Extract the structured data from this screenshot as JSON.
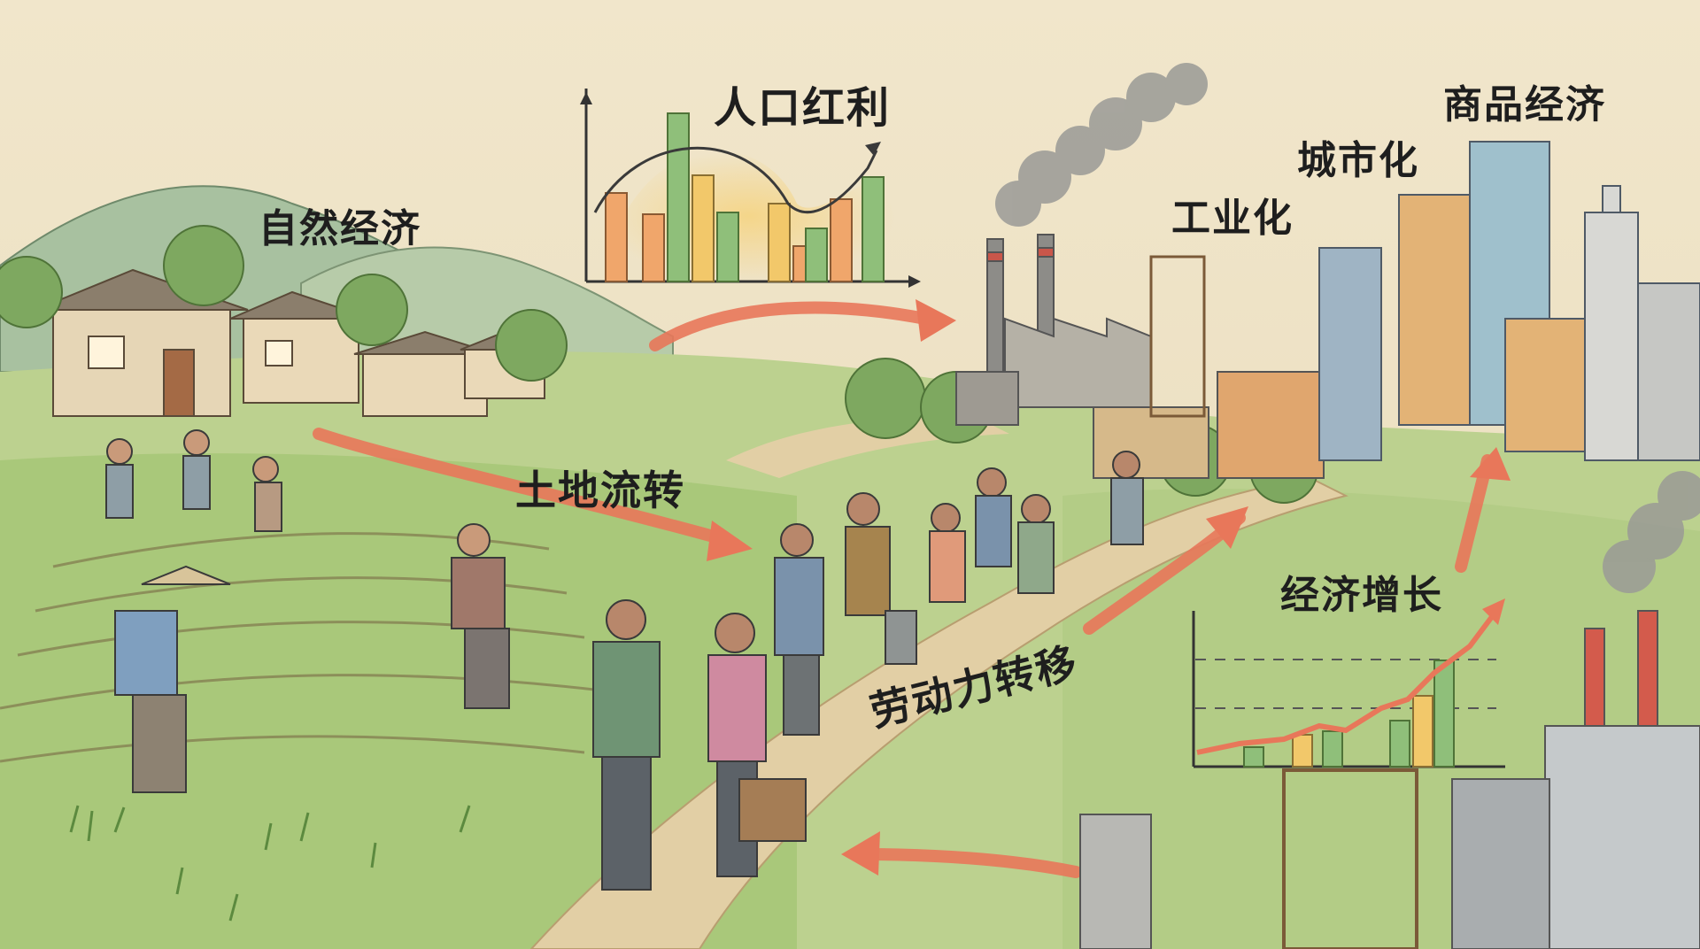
{
  "labels": {
    "natural_economy": "自然经济",
    "demographic_dividend": "人口红利",
    "land_transfer": "土地流转",
    "labor_transfer": "劳动力转移",
    "industrialization": "工业化",
    "urbanization": "城市化",
    "commodity_economy": "商品经济",
    "economic_growth": "经济增长"
  },
  "colors": {
    "paper": "#efe3c6",
    "arrow": "#e8775a",
    "bar_green": "#8fbf7a",
    "bar_orange": "#f0a66b",
    "bar_yellow": "#f2c86a",
    "field_green": "#a9c87a",
    "mountain": "#9cb89a",
    "city_blue": "#9fb4c4",
    "smoke": "#9a9a96"
  },
  "icons": {
    "arrows": "curved-arrow",
    "smoke": "smoke-cloud",
    "people": "walking-person"
  }
}
